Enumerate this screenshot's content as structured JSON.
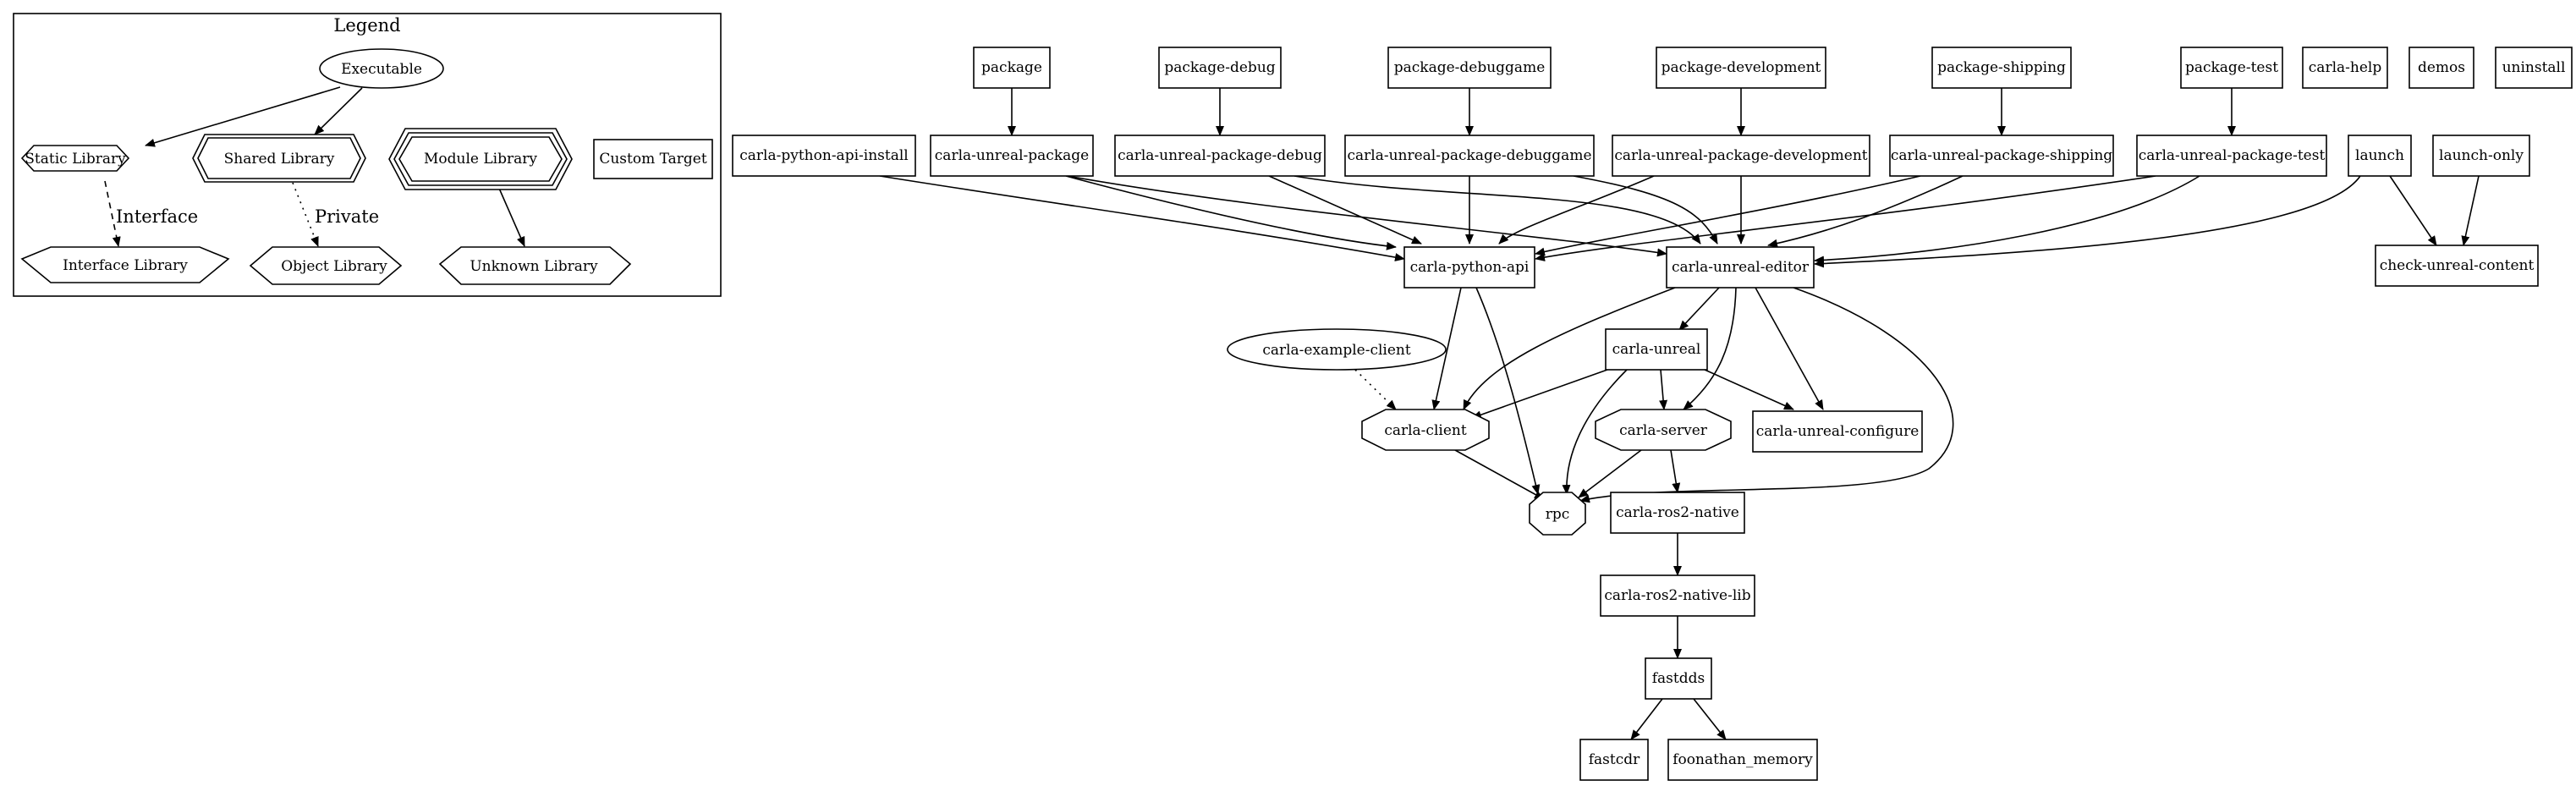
{
  "legend": {
    "title": "Legend",
    "nodes": {
      "executable": "Executable",
      "static_library": "Static Library",
      "shared_library": "Shared Library",
      "module_library": "Module Library",
      "custom_target": "Custom Target",
      "interface_library": "Interface Library",
      "object_library": "Object Library",
      "unknown_library": "Unknown Library"
    },
    "edge_labels": {
      "interface": "Interface",
      "private": "Private"
    }
  },
  "graph": {
    "nodes": {
      "package": "package",
      "package_debug": "package-debug",
      "package_debuggame": "package-debuggame",
      "package_development": "package-development",
      "package_shipping": "package-shipping",
      "package_test": "package-test",
      "carla_help": "carla-help",
      "demos": "demos",
      "uninstall": "uninstall",
      "carla_python_api_install": "carla-python-api-install",
      "carla_unreal_package": "carla-unreal-package",
      "carla_unreal_package_debug": "carla-unreal-package-debug",
      "carla_unreal_package_debuggame": "carla-unreal-package-debuggame",
      "carla_unreal_package_development": "carla-unreal-package-development",
      "carla_unreal_package_shipping": "carla-unreal-package-shipping",
      "carla_unreal_package_test": "carla-unreal-package-test",
      "launch": "launch",
      "launch_only": "launch-only",
      "carla_python_api": "carla-python-api",
      "carla_unreal_editor": "carla-unreal-editor",
      "check_unreal_content": "check-unreal-content",
      "carla_example_client": "carla-example-client",
      "carla_unreal": "carla-unreal",
      "carla_client": "carla-client",
      "carla_server": "carla-server",
      "carla_unreal_configure": "carla-unreal-configure",
      "rpc": "rpc",
      "carla_ros2_native": "carla-ros2-native",
      "carla_ros2_native_lib": "carla-ros2-native-lib",
      "fastdds": "fastdds",
      "fastcdr": "fastcdr",
      "foonathan_memory": "foonathan_memory"
    }
  }
}
